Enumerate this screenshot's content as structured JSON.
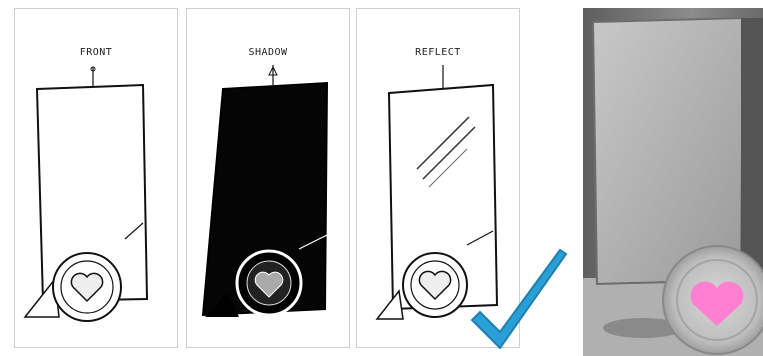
{
  "panels": [
    {
      "label": "FRONT",
      "style": "outline"
    },
    {
      "label": "SHADOW",
      "style": "filled"
    },
    {
      "label": "REFLECT",
      "style": "glass"
    }
  ],
  "photo": {
    "subject": "pink heart coin in front of a grey panel"
  },
  "checkmark": {
    "color": "#2a9fd6"
  },
  "colors": {
    "ink": "#111111",
    "heart_pink": "#ff7fd0",
    "check_blue": "#2a9fd6"
  }
}
